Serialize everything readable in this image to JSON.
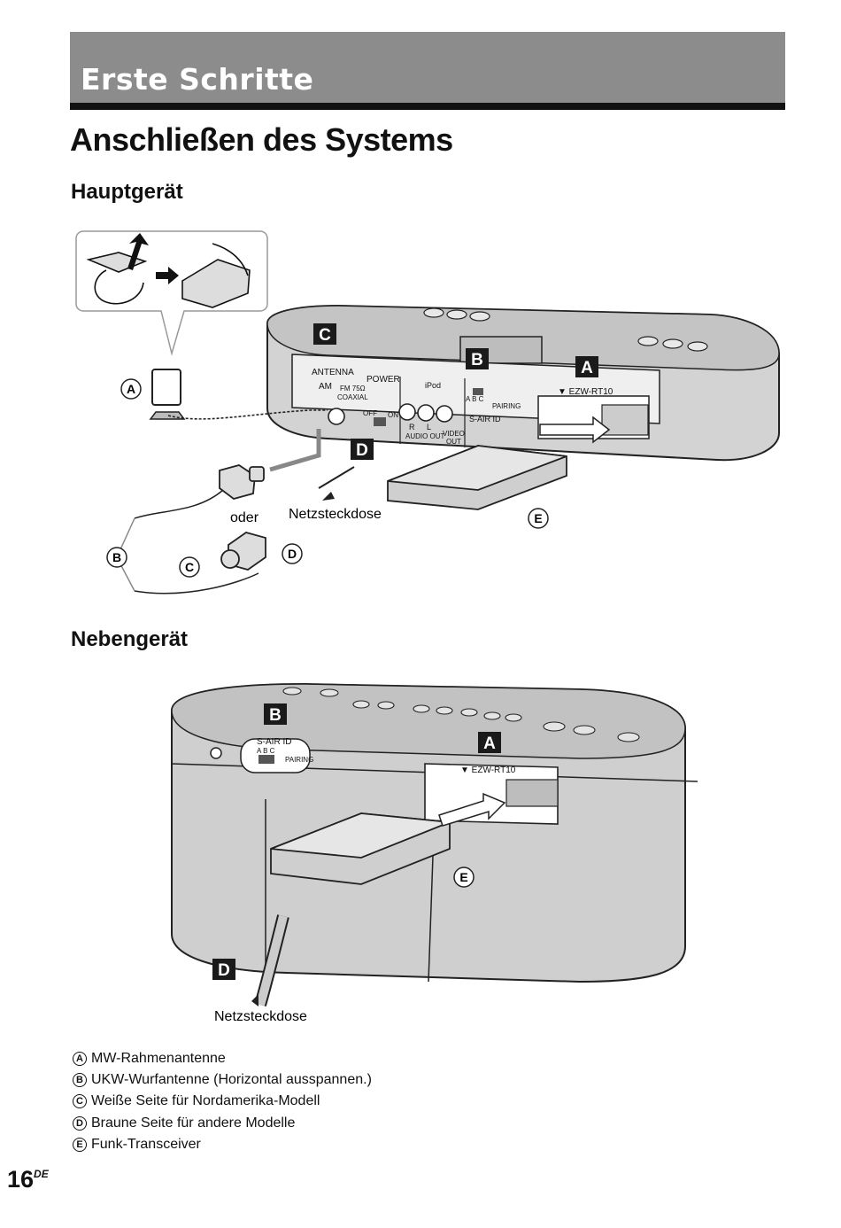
{
  "header": {
    "section": "Erste Schritte",
    "title": "Anschließen des Systems"
  },
  "main_unit": {
    "heading": "Hauptgerät",
    "labels": {
      "antenna": "ANTENNA",
      "am": "AM",
      "fm": "FM 75Ω",
      "coaxial": "COAXIAL",
      "power": "POWER",
      "off": "OFF",
      "on": "ON",
      "ipod": "iPod",
      "r": "R",
      "l": "L",
      "audio_out": "AUDIO OUT",
      "video": "VIDEO",
      "out": "OUT",
      "abc": "A B C",
      "pairing": "PAIRING",
      "sair_id": "S-AIR ID",
      "model": "▼ EZW-RT10",
      "oder": "oder",
      "outlet": "Netzsteckdose"
    },
    "callouts": {
      "a": "A",
      "b": "B",
      "c": "C",
      "d": "D",
      "e": "E"
    }
  },
  "sub_unit": {
    "heading": "Nebengerät",
    "labels": {
      "sair_id": "S-AIR ID",
      "abc": "A B C",
      "pairing": "PAIRING",
      "model": "▼ EZW-RT10",
      "outlet": "Netzsteckdose"
    },
    "callouts": {
      "a": "A",
      "b": "B",
      "d": "D",
      "e": "E"
    }
  },
  "legend": [
    {
      "key": "A",
      "text": "MW-Rahmenantenne"
    },
    {
      "key": "B",
      "text": "UKW-Wurfantenne (Horizontal ausspannen.)"
    },
    {
      "key": "C",
      "text": "Weiße Seite für Nordamerika-Modell"
    },
    {
      "key": "D",
      "text": "Braune Seite für andere Modelle"
    },
    {
      "key": "E",
      "text": "Funk-Transceiver"
    }
  ],
  "footer": {
    "page_number": "16",
    "page_suffix": "DE"
  },
  "colors": {
    "section_bar": "#8c8c8c",
    "device_body": "#d0d0d0",
    "device_dark": "#b0b0b0",
    "callout_box": "#1a1a1a"
  }
}
